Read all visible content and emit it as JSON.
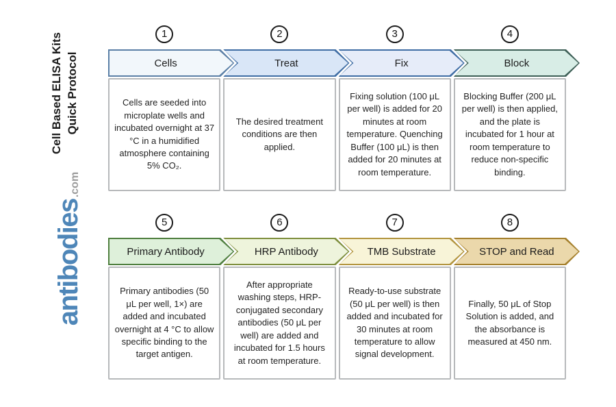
{
  "sidebar": {
    "title_line1": "Cell Based ELISA Kits",
    "title_line2": "Quick Protocol",
    "logo_text": "antibodies",
    "logo_suffix": ".com",
    "logo_color": "#4e86b8",
    "suffix_color": "#9b9b9b"
  },
  "steps": [
    {
      "number": "1",
      "label": "Cells",
      "description": "Cells are seeded into microplate wells and incubated overnight at 37 °C in a humidified atmosphere containing 5% CO₂.",
      "fill": "#f2f7fb",
      "border": "#5b7fa6"
    },
    {
      "number": "2",
      "label": "Treat",
      "description": "The desired treatment conditions are then applied.",
      "fill": "#d9e6f7",
      "border": "#3f6da4"
    },
    {
      "number": "3",
      "label": "Fix",
      "description": "Fixing solution (100 μL per well) is added for 20 minutes at room temperature. Quenching Buffer (100 μL) is then added for 20 minutes at room temperature.",
      "fill": "#e6ecf9",
      "border": "#3f6da4"
    },
    {
      "number": "4",
      "label": "Block",
      "description": "Blocking Buffer (200 μL per well) is then applied, and the plate is incubated for 1 hour at room temperature to reduce non-specific binding.",
      "fill": "#d8ede6",
      "border": "#3d5f56"
    },
    {
      "number": "5",
      "label": "Primary Antibody",
      "description": "Primary antibodies (50 μL per well, 1×) are added and incubated overnight at 4 °C to allow specific binding to the target antigen.",
      "fill": "#def0da",
      "border": "#4f7f3f"
    },
    {
      "number": "6",
      "label": "HRP Antibody",
      "description": "After appropriate washing steps, HRP-conjugated secondary antibodies (50 μL per well) are added and incubated for 1.5 hours at room temperature.",
      "fill": "#eef4dc",
      "border": "#7f8f3e"
    },
    {
      "number": "7",
      "label": "TMB Substrate",
      "description": "Ready-to-use substrate (50 μL per well) is then added and incubated for 30 minutes at room temperature to allow signal development.",
      "fill": "#f8f4d8",
      "border": "#b3953f"
    },
    {
      "number": "8",
      "label": "STOP and Read",
      "description": "Finally, 50 μL of Stop Solution is added, and the absorbance is measured at 450 nm.",
      "fill": "#ebd8ab",
      "border": "#a5802d"
    }
  ]
}
